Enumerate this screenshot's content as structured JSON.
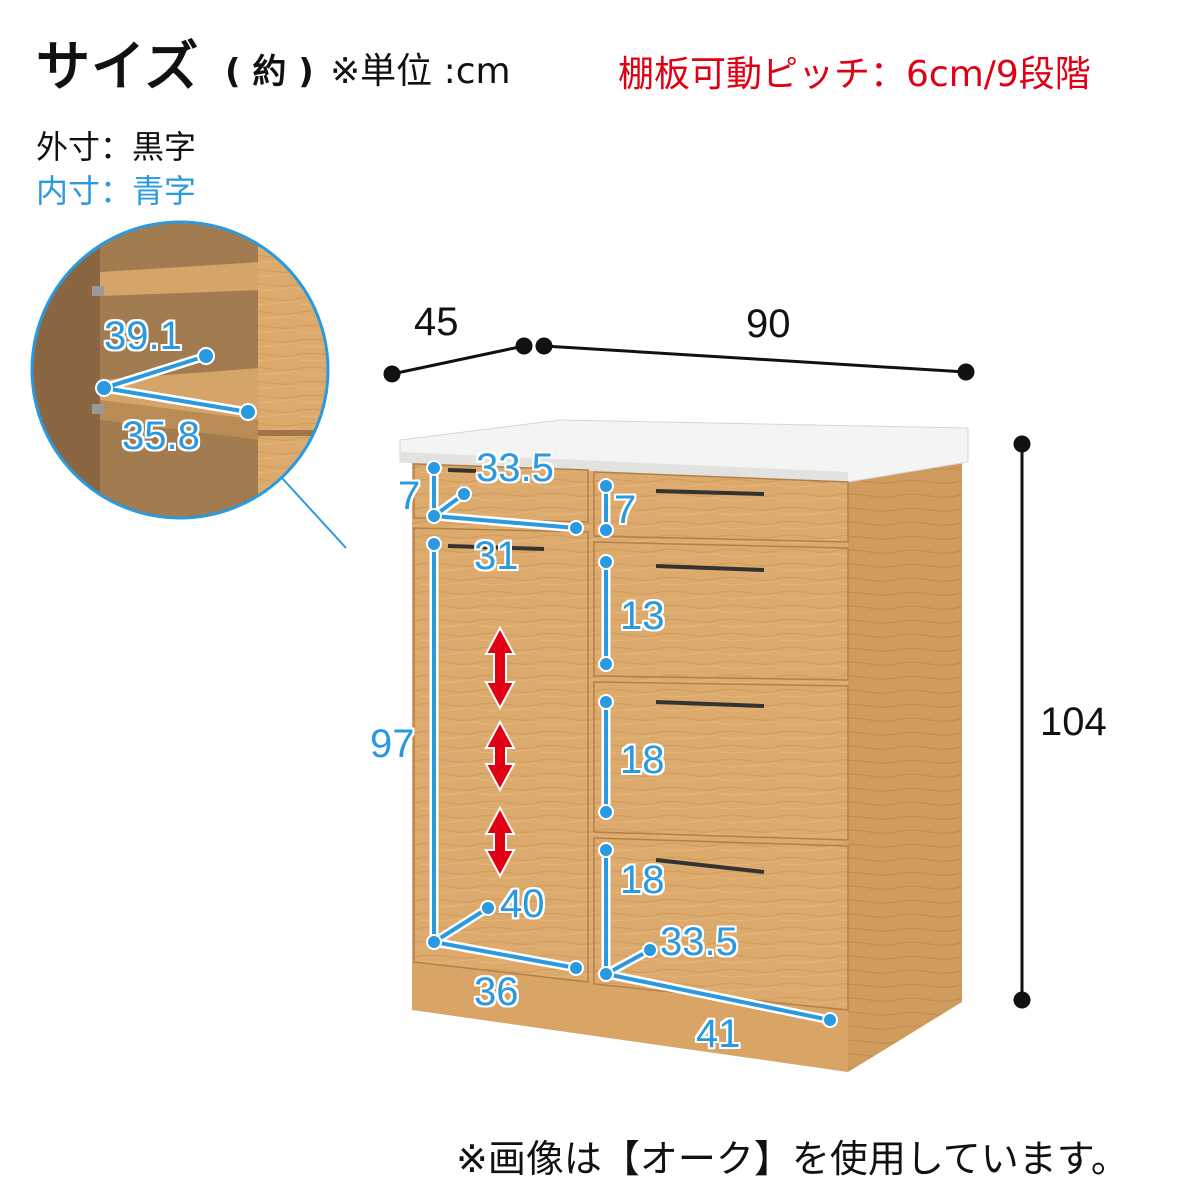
{
  "header": {
    "title": "サイズ",
    "title_paren": "( 約 )",
    "unit_note": "※単位 :cm",
    "shelf_pitch": "棚板可動ピッチ：6cm/9段階"
  },
  "legend": {
    "outer": "外寸：黒字",
    "inner": "内寸：青字"
  },
  "dimensions": {
    "depth": "45",
    "width": "90",
    "height": "104",
    "drawer_top_left_width": "33.5",
    "drawer_top_left_height": "7",
    "drawer_top_right_height": "7",
    "door_width_top": "31",
    "door_height": "97",
    "door_depth": "40",
    "door_bottom_width": "36",
    "drawer2_height": "13",
    "drawer3_height": "18",
    "drawer4_height": "18",
    "drawer4_depth": "33.5",
    "drawer4_width": "41",
    "shelf_depth": "39.1",
    "shelf_width": "35.8"
  },
  "footer": {
    "note": "※画像は【オーク】を使用しています。"
  },
  "colors": {
    "accent_red": "#e10013",
    "accent_blue": "#2a9ae0",
    "wood": "#d9a86a",
    "wood_dark": "#c08a4e"
  }
}
